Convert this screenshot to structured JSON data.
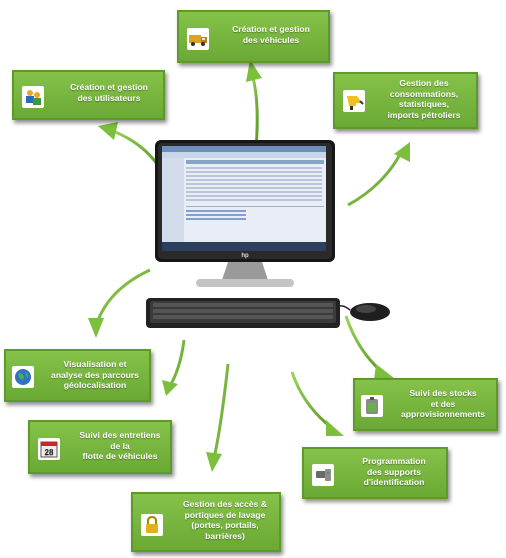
{
  "cards": [
    {
      "id": "vehicules",
      "label": "Création et gestion des véhicules",
      "icon": "truck-icon"
    },
    {
      "id": "utilisateurs",
      "label": "Création et gestion des utilisateurs",
      "icon": "users-icon"
    },
    {
      "id": "consommations",
      "label": "Gestion des consommations, statistiques, imports pétroliers",
      "icon": "fuel-nozzle-icon"
    },
    {
      "id": "geolocalisation",
      "label": "Visualisation et analyse des parcours géolocalisation",
      "icon": "globe-icon"
    },
    {
      "id": "stocks",
      "label": "Suivi des stocks et des approvisionnements",
      "icon": "fuel-tank-icon"
    },
    {
      "id": "entretiens",
      "label": "Suivi des entretiens de la flotte de véhicules",
      "icon": "calendar-icon"
    },
    {
      "id": "supports",
      "label": "Programmation des supports d'identification",
      "icon": "badge-reader-icon"
    },
    {
      "id": "acces",
      "label": "Gestion des accès & portiques de lavage (portes, portails, barrières)",
      "icon": "padlock-icon"
    }
  ],
  "lines": {
    "vehicules": [
      "Création et gestion",
      "des véhicules"
    ],
    "utilisateurs": [
      "Création et gestion",
      "des utilisateurs"
    ],
    "consommations": [
      "Gestion des",
      "consommations,",
      "statistiques,",
      "imports pétroliers"
    ],
    "geolocalisation": [
      "Visualisation et",
      "analyse des parcours",
      "géolocalisation"
    ],
    "stocks": [
      "Suivi des stocks",
      "et des",
      "approvisionnements"
    ],
    "entretiens": [
      "Suivi des entretiens",
      "de la",
      "flotte de véhicules"
    ],
    "supports": [
      "Programmation",
      "des supports",
      "d'identification"
    ],
    "acces": [
      "Gestion des accès &",
      "portiques de lavage",
      "(portes, portails,",
      "barrières)"
    ]
  },
  "monitor": {
    "brand": "hp"
  },
  "colors": {
    "card": "#78b63e",
    "card_border": "#5c9a2c",
    "arrow": "#7cbf3c",
    "arrow_dark": "#4e8a22"
  }
}
